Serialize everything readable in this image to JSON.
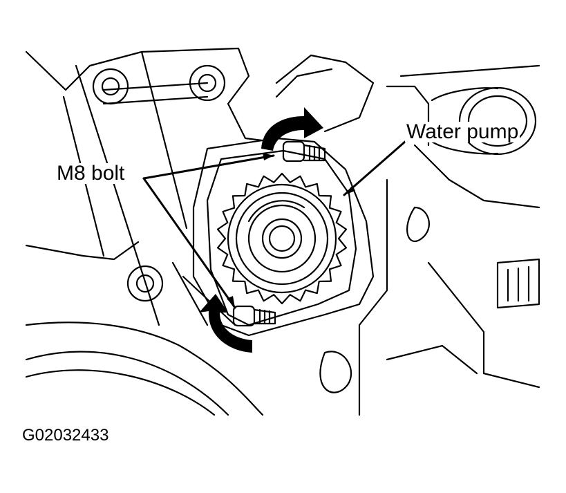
{
  "labels": {
    "water_pump": "Water pump",
    "m8_bolt": "M8 bolt"
  },
  "figure_id": "G02032433",
  "colors": {
    "ink": "#000000",
    "paper": "#ffffff"
  },
  "icons": {
    "rotation_arrow_upper": "curved-arrow-clockwise-icon",
    "rotation_arrow_lower": "curved-arrow-counterclockwise-icon"
  }
}
